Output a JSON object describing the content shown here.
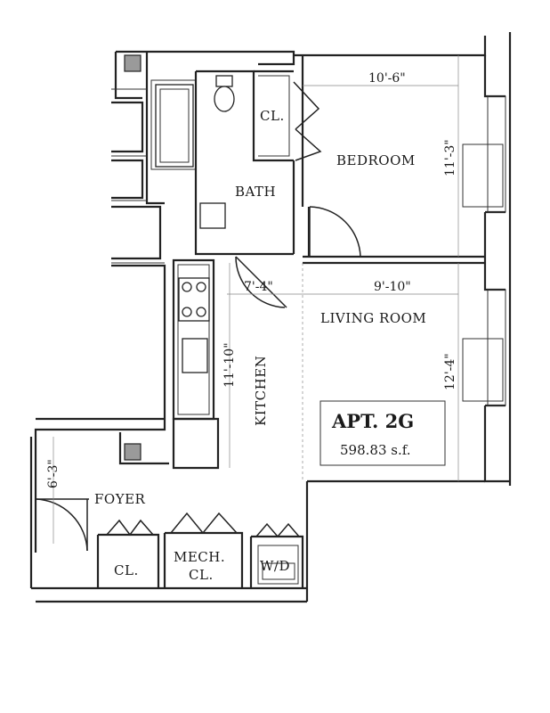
{
  "unit": {
    "name": "APT. 2G",
    "area": "598.83 s.f."
  },
  "rooms": {
    "bedroom": "BEDROOM",
    "bedroom_closet": "CL.",
    "bath": "BATH",
    "living_room": "LIVING ROOM",
    "kitchen": "KITCHEN",
    "foyer": "FOYER",
    "foyer_closet": "CL.",
    "mech_closet_line1": "MECH.",
    "mech_closet_line2": "CL.",
    "washer_dryer": "W/D"
  },
  "dimensions": {
    "bedroom_width": "10'-6\"",
    "bedroom_depth": "11'-3\"",
    "living_width": "9'-10\"",
    "living_depth": "12'-4\"",
    "kitchen_width": "7'-4\"",
    "kitchen_length": "11'-10\"",
    "foyer_depth": "6'-3\""
  }
}
